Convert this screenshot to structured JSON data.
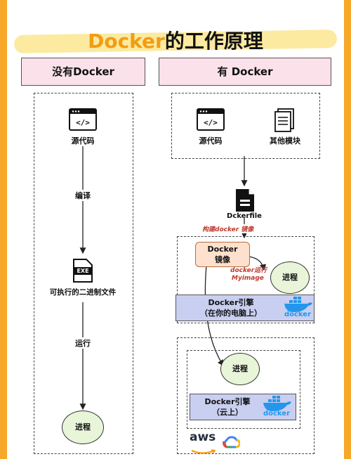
{
  "title": {
    "accent": "Docker",
    "rest": "的工作原理"
  },
  "left": {
    "header": "没有Docker",
    "source_code": "源代码",
    "compile": "编译",
    "executable": "可执行的二进制文件",
    "exe_badge": "EXE",
    "run": "运行",
    "process": "进程"
  },
  "right": {
    "header": "有 Docker",
    "source_code": "源代码",
    "other_modules": "其他模块",
    "dockerfile": "Dckerfile",
    "build_note": "构建docker 镜像",
    "image_line1": "Docker",
    "image_line2": "镜像",
    "run_note_line1": "docker运行",
    "run_note_line2": "Myimage",
    "process_local": "进程",
    "engine_local_line1": "Docker引擎",
    "engine_local_line2": "（在你的电脑上）",
    "process_cloud": "进程",
    "engine_cloud_line1": "Docker引擎",
    "engine_cloud_line2": "（云上）",
    "docker_logo_text": "docker",
    "aws_logo_text": "aws"
  },
  "colors": {
    "background": "#f7a828",
    "header_fill": "#fbe1ea",
    "engine_fill": "#c9cff0",
    "process_fill": "#e8f5d8",
    "image_fill": "#fde0cd",
    "docker_blue": "#2496ed",
    "accent": "#f39c12"
  }
}
